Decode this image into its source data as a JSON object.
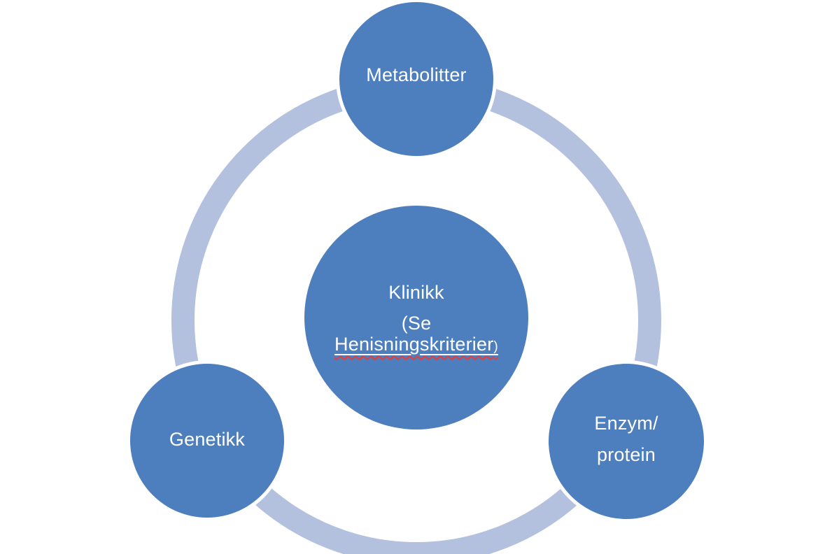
{
  "diagram": {
    "type": "radial-cycle",
    "colors": {
      "node_fill": "#4d7ebd",
      "ring": "#b3c1df",
      "label_text": "#ffffff",
      "spellcheck_underline": "#ee3b33"
    },
    "center_node": {
      "title": "Klinikk",
      "subtitle_line1": "(Se",
      "subtitle_line2_word": "Henisningskriterier",
      "subtitle_line2_close": ")"
    },
    "satellite_nodes": [
      {
        "id": "metabolitter",
        "label": "Metabolitter"
      },
      {
        "id": "genetikk",
        "label": "Genetikk"
      },
      {
        "id": "enzym-protein",
        "label_line1": "Enzym/",
        "label_line2": "protein"
      }
    ]
  }
}
